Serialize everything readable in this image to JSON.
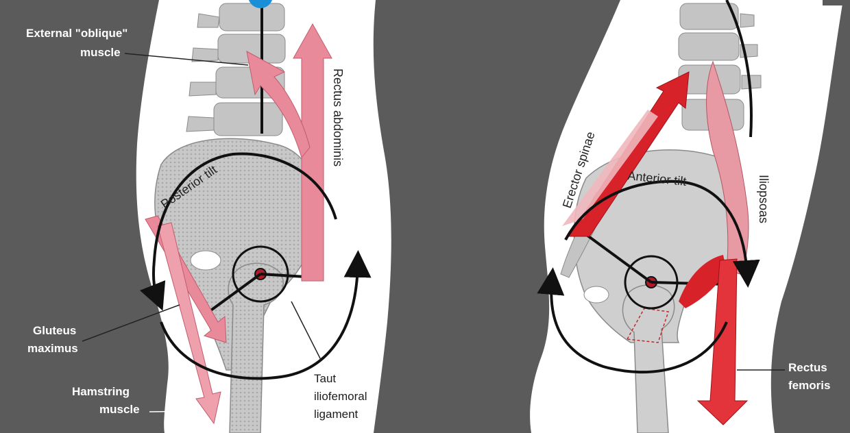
{
  "left_panel": {
    "labels": {
      "external_oblique_line1": "External \"oblique\"",
      "external_oblique_line2": "muscle",
      "rectus_abdominis": "Rectus abdominis",
      "posterior_tilt": "Posterior tilt",
      "gluteus_line1": "Gluteus",
      "gluteus_line2": "maximus",
      "hamstring_line1": "Hamstring",
      "hamstring_line2": "muscle",
      "taut_line1": "Taut",
      "taut_line2": "iliofemoral",
      "taut_line3": "ligament"
    }
  },
  "right_panel": {
    "labels": {
      "erector_spinae": "Erector spinae",
      "anterior_tilt": "Anterior tilt",
      "iliopsoas": "Iliopsoas",
      "rectus_femoris_line1": "Rectus",
      "rectus_femoris_line2": "femoris"
    }
  },
  "colors": {
    "background_gray": "#5b5b5b",
    "body_white": "#ffffff",
    "bone_gray": "#c9c9c9",
    "muscle_pink": "#e98a9a",
    "muscle_red": "#d8222a",
    "outline_black": "#111111"
  }
}
